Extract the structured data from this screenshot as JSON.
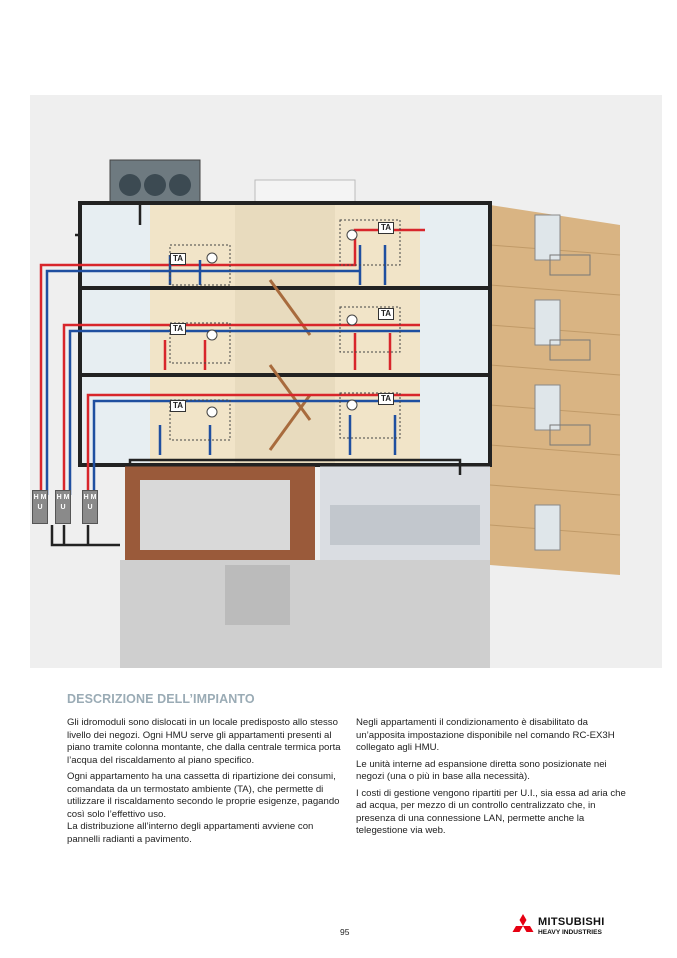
{
  "illustration": {
    "ta_labels": [
      "TA",
      "TA",
      "TA",
      "TA",
      "TA",
      "TA"
    ],
    "hmu_labels": [
      "H M U",
      "H M U",
      "H M U"
    ],
    "colors": {
      "supply": "#d8252b",
      "return": "#1f4fa0",
      "background": "#efefef"
    }
  },
  "section": {
    "title": "DESCRIZIONE DELL’IMPIANTO",
    "col1": [
      "Gli idromoduli sono dislocati in un locale predisposto allo stesso livello dei negozi. Ogni HMU serve gli appartamenti presenti al piano tramite colonna montante, che dalla centrale termica porta l’acqua del riscaldamento al piano specifico.",
      "Ogni appartamento ha una cassetta di ripartizione dei consumi, comandata da un termostato ambiente (TA), che permette di utilizzare il riscaldamento secondo le proprie esigenze, pagando così solo l’effettivo uso.",
      "La distribuzione all’interno degli appartamenti avviene con pannelli radianti a pavimento."
    ],
    "col2": [
      "Negli appartamenti il condizionamento è disabilitato da un’apposita impostazione disponibile nel comando RC-EX3H collegato agli HMU.",
      "Le unità interne ad espansione diretta sono posizionate nei negozi (una o più in base alla necessità).",
      "I costi di gestione vengono ripartiti per U.I., sia essa ad aria che ad acqua, per mezzo di un controllo centralizzato che, in presenza di una connessione LAN, permette anche la telegestione via web."
    ]
  },
  "footer": {
    "page_number": "95",
    "logo_line1": "MITSUBISHI",
    "logo_line2": "HEAVY INDUSTRIES",
    "logo_color": "#e60012"
  }
}
